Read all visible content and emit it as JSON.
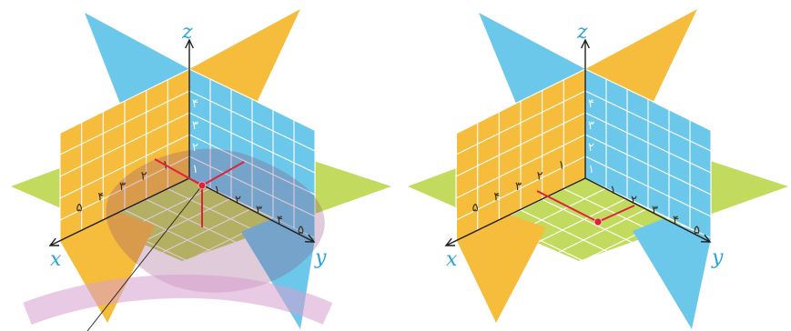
{
  "diagrams": [
    {
      "axes": {
        "x": "x",
        "y": "y",
        "z": "z"
      },
      "z_ticks": [
        "۴",
        "۳",
        "۲",
        "۱"
      ],
      "x_ticks": [
        "۵",
        "۴",
        "۳",
        "۲",
        "۱"
      ],
      "y_ticks": [
        "۱",
        "۲",
        "۳",
        "۴",
        "۵"
      ]
    },
    {
      "axes": {
        "x": "x",
        "y": "y",
        "z": "z"
      },
      "z_ticks": [
        "۴",
        "۳",
        "۲",
        "۱"
      ],
      "x_ticks": [
        "۵",
        "۴",
        "۳",
        "۲",
        "۱"
      ],
      "y_ticks": [
        "۱",
        "۲",
        "۳",
        "۴",
        "۵"
      ]
    }
  ],
  "colors": {
    "plane_xy": "#c2da5e",
    "plane_xz": "#f6bd3c",
    "plane_yz": "#6cc8ea",
    "grid": "#ffffff",
    "axis": "#1e1e1e",
    "axis_label": "#2aa3dc",
    "point": "#e0213a",
    "watermark": "#d79fcf"
  }
}
